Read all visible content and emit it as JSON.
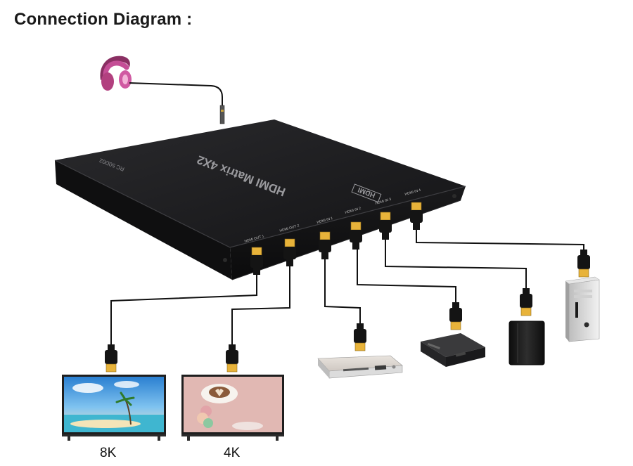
{
  "title": "Connection Diagram :",
  "device": {
    "name": "HDMI Matrix 4X2",
    "brand": "HDMI",
    "model": "RC 50D02",
    "ports": [
      {
        "key": "out1",
        "label": "HDMI OUT 1"
      },
      {
        "key": "out2",
        "label": "HDMI OUT 2"
      },
      {
        "key": "in1",
        "label": "HDMI IN 1"
      },
      {
        "key": "in2",
        "label": "HDMI IN 2"
      },
      {
        "key": "in3",
        "label": "HDMI IN 3"
      },
      {
        "key": "in4",
        "label": "HDMI IN 4"
      }
    ]
  },
  "displays": [
    {
      "key": "tv1",
      "label": "8K"
    },
    {
      "key": "tv2",
      "label": "4K"
    }
  ],
  "sources": [
    "dvd-player",
    "set-top-box",
    "game-console",
    "pc-tower"
  ],
  "accessories": [
    "headphones"
  ],
  "colors": {
    "device_body": "#1c1c1e",
    "cable": "#111111",
    "connector_gold": "#e8b33a",
    "headphone_pink": "#c44e96"
  }
}
